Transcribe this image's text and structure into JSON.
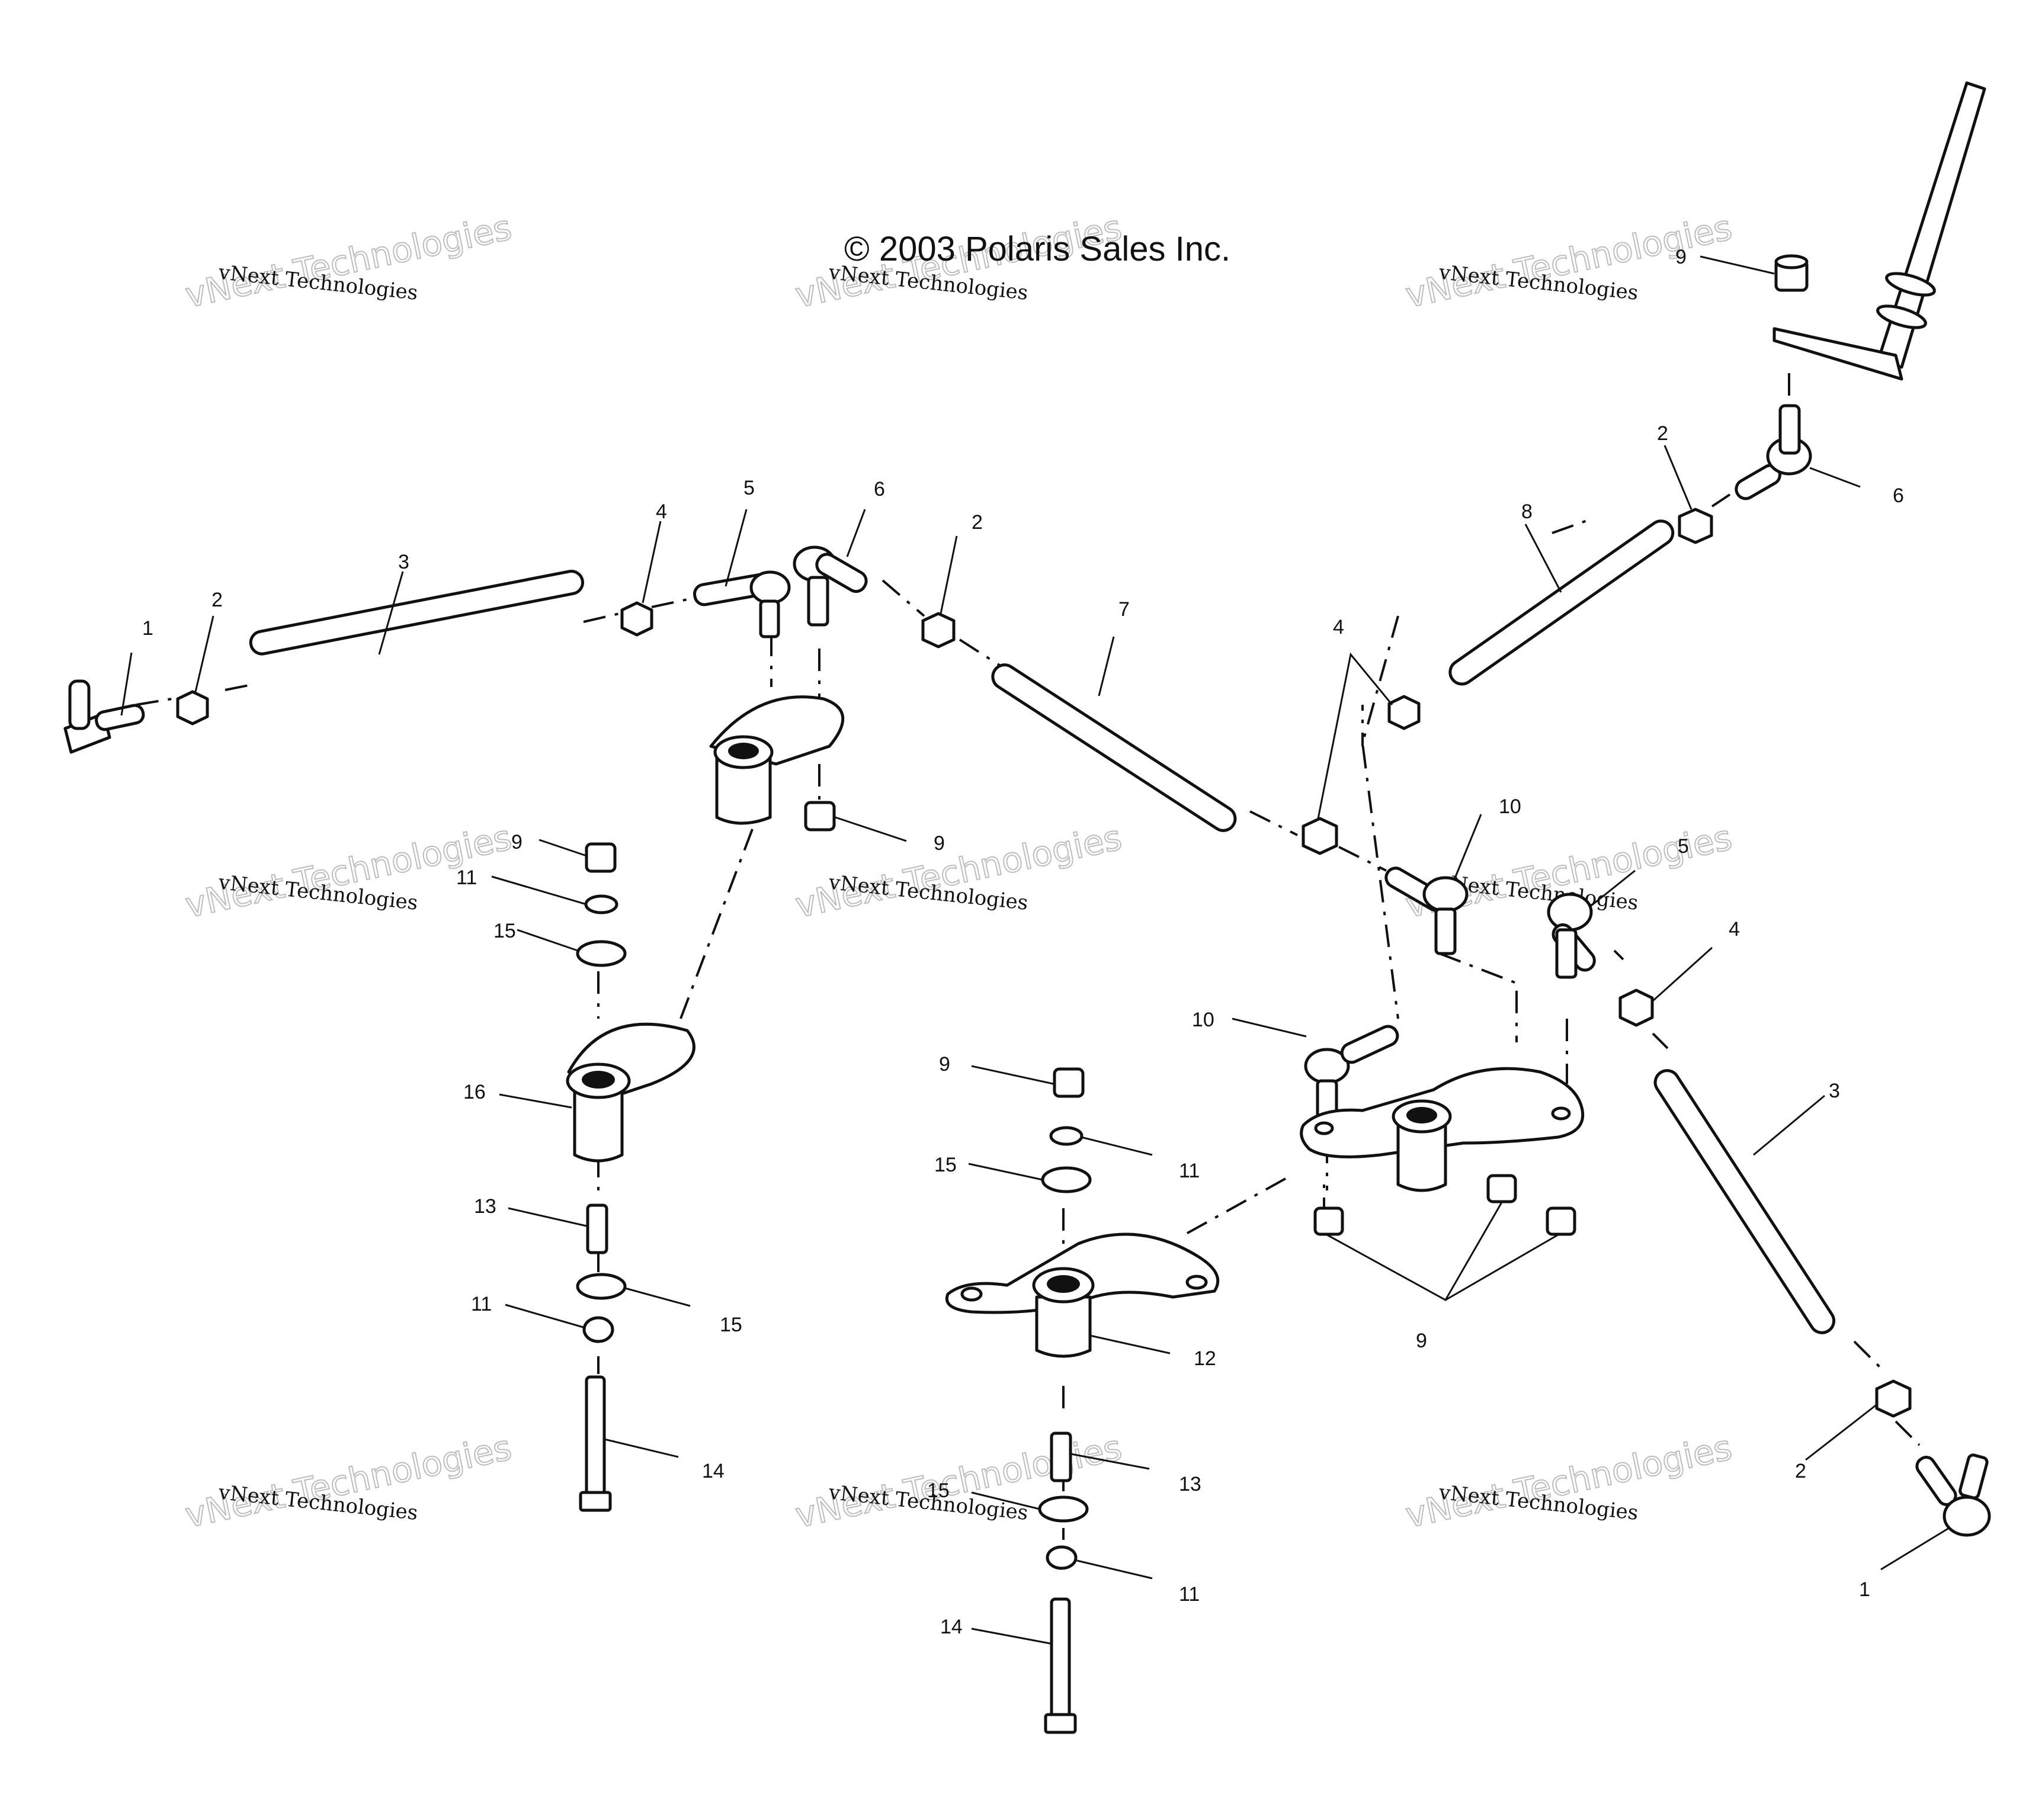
{
  "copyright": "© 2003 Polaris Sales Inc.",
  "watermark": {
    "line1": "vNext Technologies",
    "line2": "vNext Technologies"
  },
  "callouts": [
    {
      "id": "c1a",
      "text": "1"
    },
    {
      "id": "c2a",
      "text": "2"
    },
    {
      "id": "c3a",
      "text": "3"
    },
    {
      "id": "c4a",
      "text": "4"
    },
    {
      "id": "c5a",
      "text": "5"
    },
    {
      "id": "c6a",
      "text": "6"
    },
    {
      "id": "c2b",
      "text": "2"
    },
    {
      "id": "c7",
      "text": "7"
    },
    {
      "id": "c4b",
      "text": "4"
    },
    {
      "id": "c8",
      "text": "8"
    },
    {
      "id": "c2c",
      "text": "2"
    },
    {
      "id": "c6b",
      "text": "6"
    },
    {
      "id": "c9a",
      "text": "9"
    },
    {
      "id": "c9b",
      "text": "9"
    },
    {
      "id": "c9c",
      "text": "9"
    },
    {
      "id": "c11a",
      "text": "11"
    },
    {
      "id": "c15a",
      "text": "15"
    },
    {
      "id": "c16",
      "text": "16"
    },
    {
      "id": "c13a",
      "text": "13"
    },
    {
      "id": "c15b",
      "text": "15"
    },
    {
      "id": "c11b",
      "text": "11"
    },
    {
      "id": "c14a",
      "text": "14"
    },
    {
      "id": "c10a",
      "text": "10"
    },
    {
      "id": "c10b",
      "text": "10"
    },
    {
      "id": "c5b",
      "text": "5"
    },
    {
      "id": "c4c",
      "text": "4"
    },
    {
      "id": "c3b",
      "text": "3"
    },
    {
      "id": "c9d",
      "text": "9"
    },
    {
      "id": "c11c",
      "text": "11"
    },
    {
      "id": "c15c",
      "text": "15"
    },
    {
      "id": "c12",
      "text": "12"
    },
    {
      "id": "c9e",
      "text": "9"
    },
    {
      "id": "c13b",
      "text": "13"
    },
    {
      "id": "c15d",
      "text": "15"
    },
    {
      "id": "c11d",
      "text": "11"
    },
    {
      "id": "c14b",
      "text": "14"
    },
    {
      "id": "c2d",
      "text": "2"
    },
    {
      "id": "c1b",
      "text": "1"
    }
  ]
}
